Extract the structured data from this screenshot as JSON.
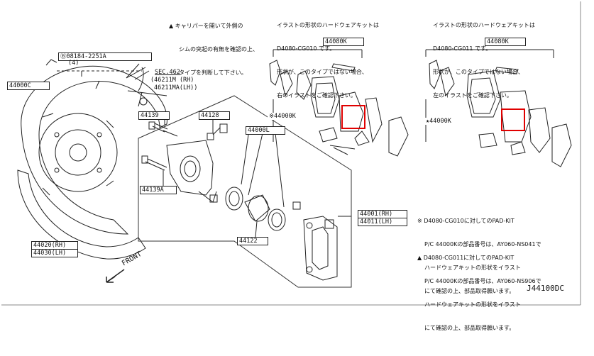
{
  "diagram": {
    "notes": {
      "top_center": [
        "▲ キャリパーを開いて外側の",
        "シムの突起の有無を確認の上、",
        "タイプを判断して下さい。"
      ],
      "top_right_a": [
        "イラストの形状のハードウェアキットは",
        "D4080-CG010 です。",
        "形状が、このタイプではない場合、",
        "右のイラストをご確認下さい。"
      ],
      "top_right_b": [
        "イラストの形状のハードウェアキットは",
        "D4080-CG011 です。",
        "形状が、このタイプではない場合、",
        "左のイラストをご確認下さい。"
      ],
      "bottom_note_1": [
        "※ D4080-CG010に対してのPAD-KIT",
        "P/C 44000Kの部品番号は、AY060-NS041で",
        "ハードウェアキットの形状をイラスト",
        "にて確認の上、部品取得願います。"
      ],
      "bottom_note_2": [
        "▲ D4080-CG011に対してのPAD-KIT",
        "P/C 44000Kの部品番号は、AY060-NS906で",
        "ハードウェアキットの形状をイラスト",
        "にて確認の上、部品取得願います。"
      ]
    },
    "labels": {
      "bolt": "Ⓑ08184-2251A",
      "bolt_qty": "(4)",
      "plate": "44000C",
      "sec": "SEC.462",
      "sec_rh": "(46211M (RH)",
      "sec_lh": "46211MA(LH))",
      "hw_left": "44080K",
      "hw_right": "44080K",
      "pad_left": "※44000K",
      "pad_right": "★44000K",
      "p44139": "44139",
      "p44128": "44128",
      "p44000L": "44000L",
      "p44139A": "44139A",
      "p44122": "44122",
      "p44001": "44001(RH)",
      "p44011": "44011(LH)",
      "p44020": "44020(RH)",
      "p44030": "44030(LH)",
      "front": "FRONT",
      "diagram_code": "J44100DC"
    }
  }
}
